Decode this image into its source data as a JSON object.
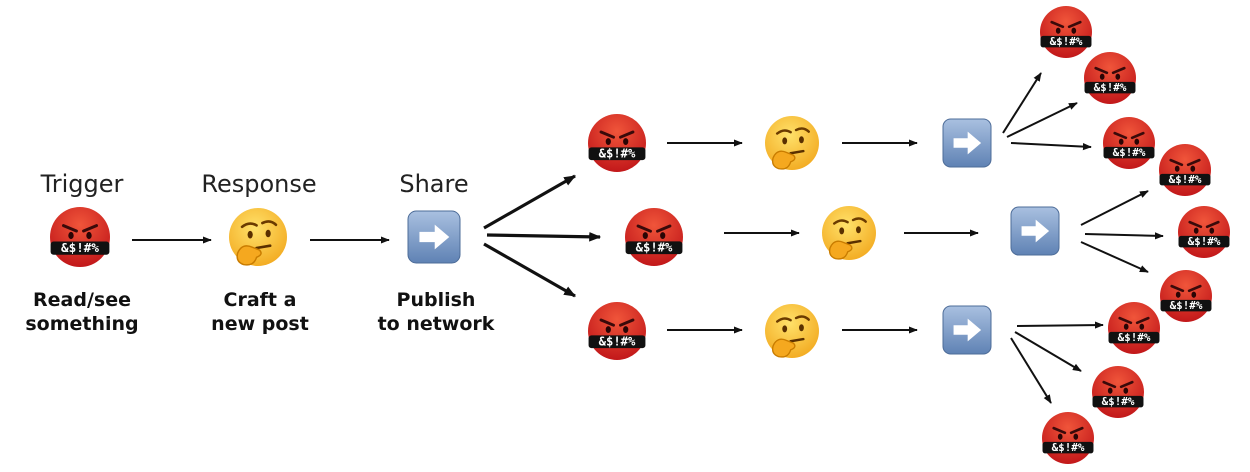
{
  "stages": [
    {
      "label": "Trigger",
      "desc_line1": "Read/see",
      "desc_line2": "something"
    },
    {
      "label": "Response",
      "desc_line1": "Craft a",
      "desc_line2": "new post"
    },
    {
      "label": "Share",
      "desc_line1": "Publish",
      "desc_line2": "to network"
    }
  ],
  "curse_text": "&$!#%",
  "colors": {
    "angry_face_top": "#f0553a",
    "angry_face_bottom": "#c2181a",
    "mask": "#111111",
    "thinking_face": "#f9c33b",
    "share_button": "#7b9cc8",
    "arrow": "#111111"
  },
  "icons": {
    "angry": "angry-cursing-face-icon",
    "thinking": "thinking-face-icon",
    "share": "right-arrow-button-icon"
  }
}
